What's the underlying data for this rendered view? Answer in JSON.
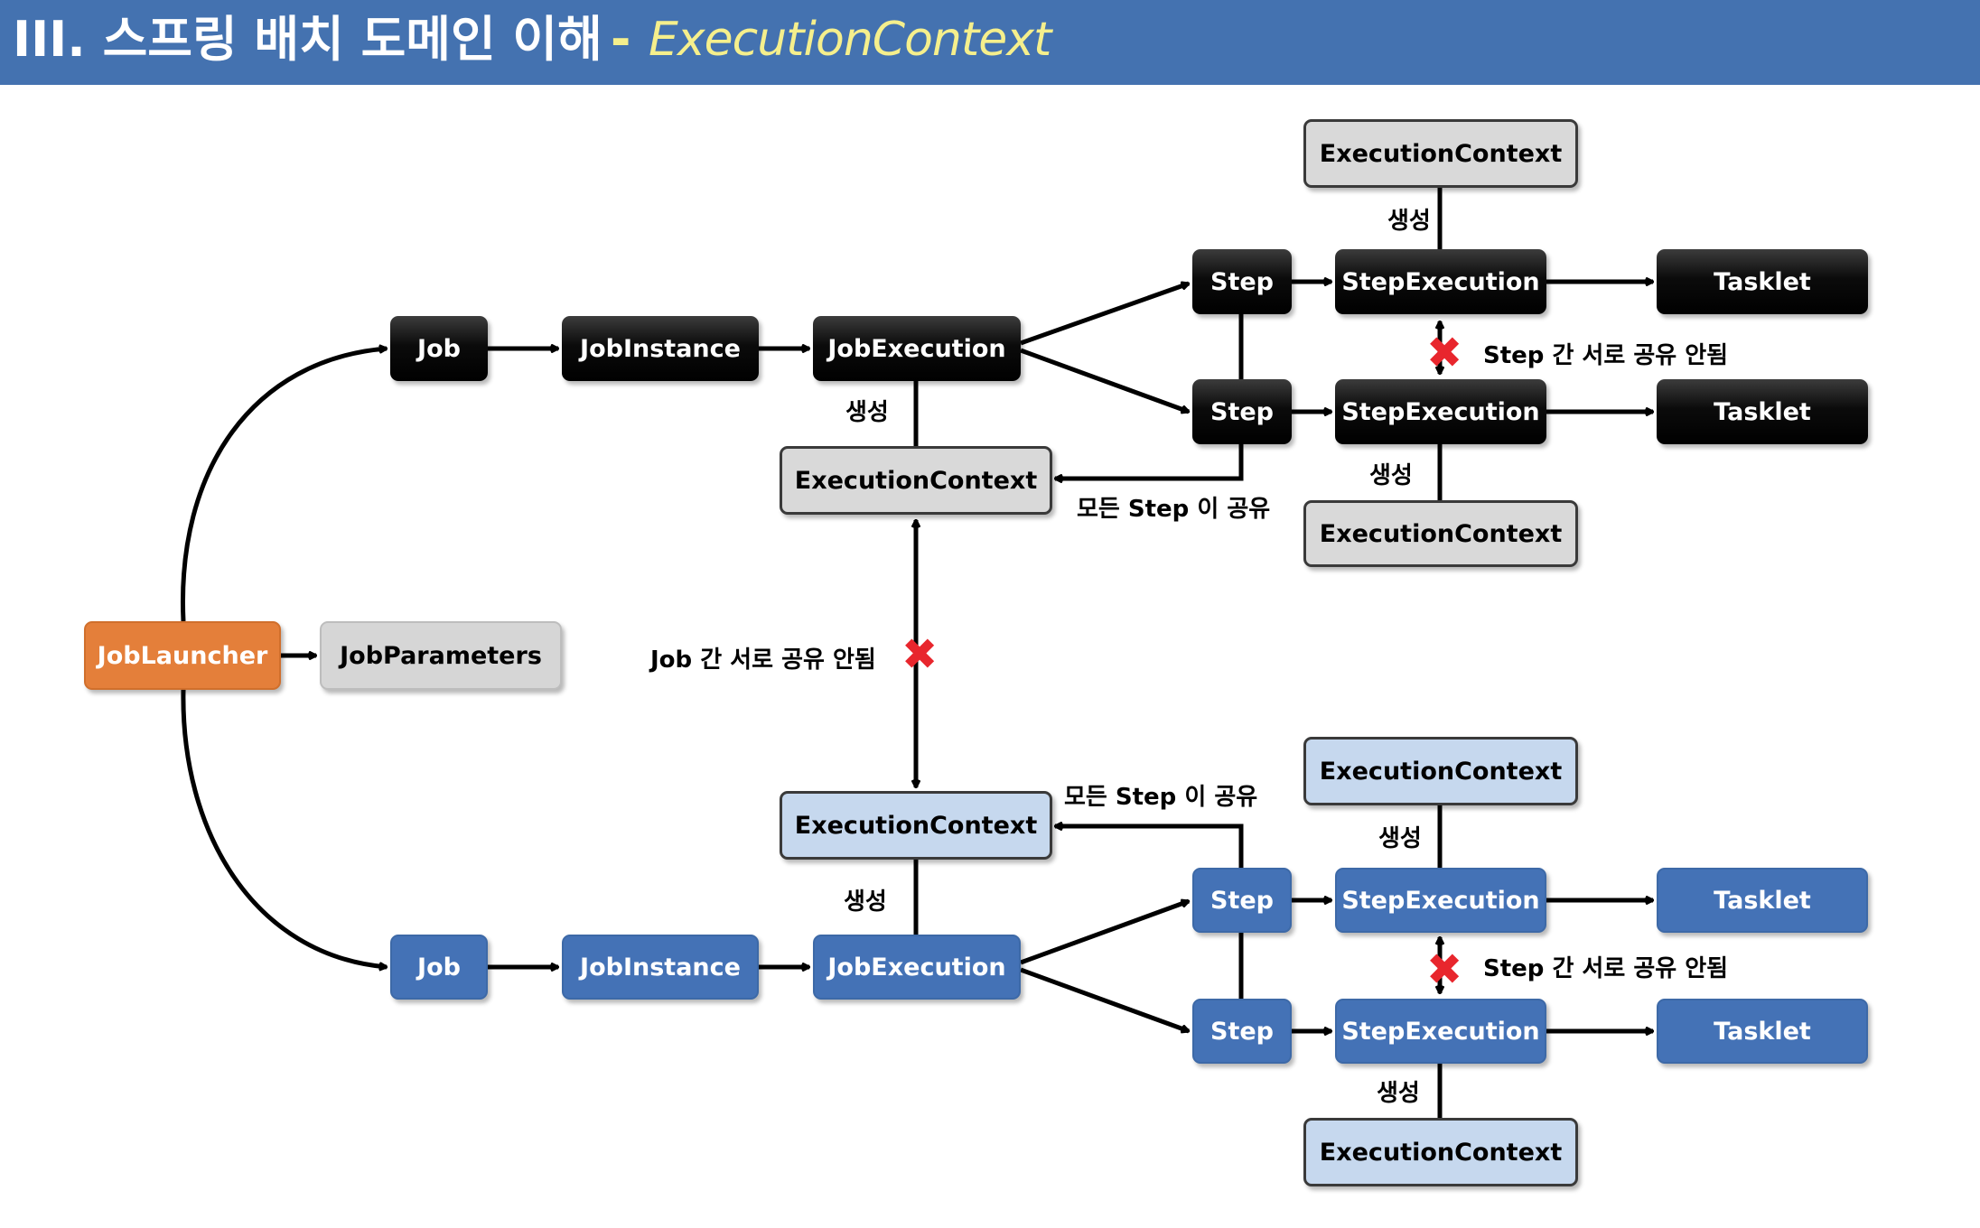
{
  "header": {
    "title": "III. 스프링 배치 도메인 이해",
    "dash": "-",
    "accent": "ExecutionContext"
  },
  "colors": {
    "header_bg": "#4472b0",
    "accent_text": "#f5ef8c",
    "black_node": "#000000",
    "blue_node": "#4472b6",
    "gray_context": "#d9d9d9",
    "light_blue_context": "#c6d8ee",
    "launcher": "#e47f3a",
    "no_share_mark": "#e8262d"
  },
  "nodes": {
    "launcher": "JobLauncher",
    "parameters": "JobParameters",
    "top": {
      "job": "Job",
      "instance": "JobInstance",
      "execution": "JobExecution",
      "job_context": "ExecutionContext",
      "step1": "Step",
      "step2": "Step",
      "step_exec1": "StepExecution",
      "step_exec2": "StepExecution",
      "tasklet1": "Tasklet",
      "tasklet2": "Tasklet",
      "step_context1": "ExecutionContext",
      "step_context2": "ExecutionContext"
    },
    "bottom": {
      "job": "Job",
      "instance": "JobInstance",
      "execution": "JobExecution",
      "job_context": "ExecutionContext",
      "step1": "Step",
      "step2": "Step",
      "step_exec1": "StepExecution",
      "step_exec2": "StepExecution",
      "tasklet1": "Tasklet",
      "tasklet2": "Tasklet",
      "step_context1": "ExecutionContext",
      "step_context2": "ExecutionContext"
    }
  },
  "labels": {
    "create_top_job": "생성",
    "create_top_step1": "생성",
    "create_top_step2": "생성",
    "create_bottom_job": "생성",
    "create_bottom_step1": "생성",
    "create_bottom_step2": "생성",
    "all_steps_share_top": "모든 Step 이 공유",
    "all_steps_share_bottom": "모든 Step 이 공유",
    "steps_not_shared_top": "Step 간 서로 공유 안됨",
    "steps_not_shared_bottom": "Step 간 서로 공유 안됨",
    "jobs_not_shared": "Job 간 서로 공유 안됨",
    "no_share_icon": "red-x-icon"
  }
}
